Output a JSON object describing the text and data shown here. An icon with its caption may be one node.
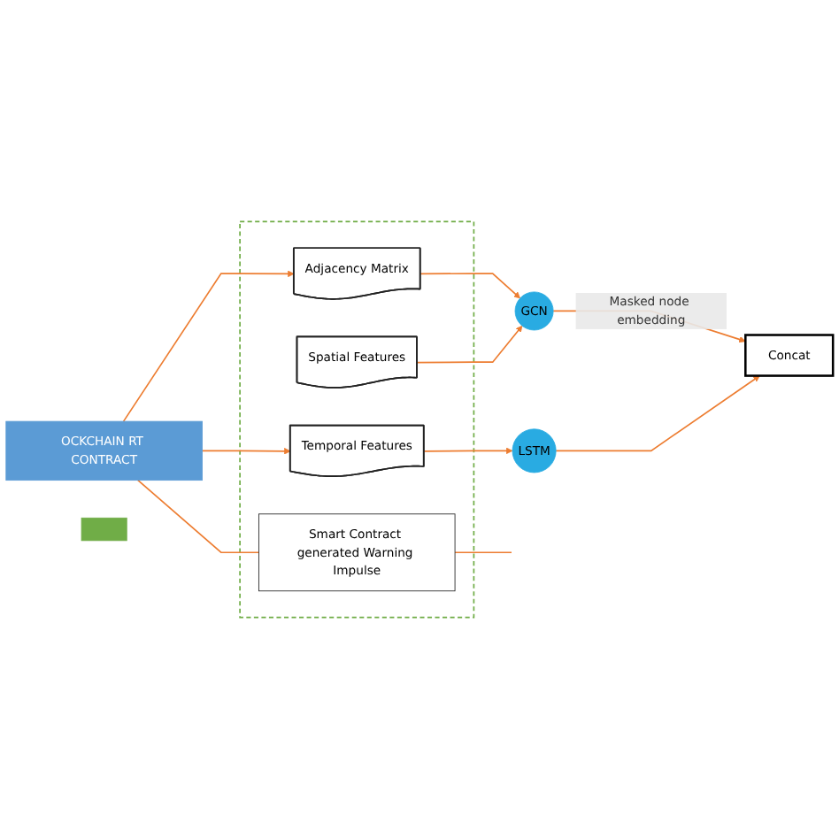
{
  "diagram": {
    "nodes": [
      {
        "text": [],
        "shape": "box"
      },
      {
        "text": [
          "OCKCHAIN RT CONTRACT"
        ]
      },
      {
        "text": [
          "Temporal Features"
        ],
        "in": 0
      },
      {
        "text": [
          "Adjacency Matrix"
        ],
        "in": 0
      },
      {
        "text": [
          "Spatial Features"
        ],
        "in": 0
      },
      {
        "text": [
          "Smart Contract generated Warning Impulse"
        ],
        "in": 0
      },
      {
        "text": [
          "LSTM"
        ]
      },
      {
        "text": [
          "GCN"
        ]
      },
      {
        "text": [
          "Concat"
        ]
      },
      {
        "text": [],
        "shape": "bar"
      }
    ],
    "edges": [
      {
        "from": 1,
        "to": 2,
        "arrow": "to"
      },
      {
        "from": 1,
        "to": 3,
        "arrow": "to"
      },
      {
        "from": 1,
        "to": 5,
        "arrow": "none"
      },
      {
        "from": 2,
        "to": 6,
        "arrow": "to"
      },
      {
        "from": 3,
        "to": 7,
        "arrow": "to"
      },
      {
        "from": 4,
        "to": 7,
        "arrow": "to"
      },
      {
        "from": 7,
        "to": 8,
        "label": "Masked node embedding",
        "arrow": "to"
      },
      {
        "from": 6,
        "to": 8,
        "arrow": "to"
      },
      {
        "from": 5,
        "to": null,
        "arrow": "none"
      }
    ]
  }
}
